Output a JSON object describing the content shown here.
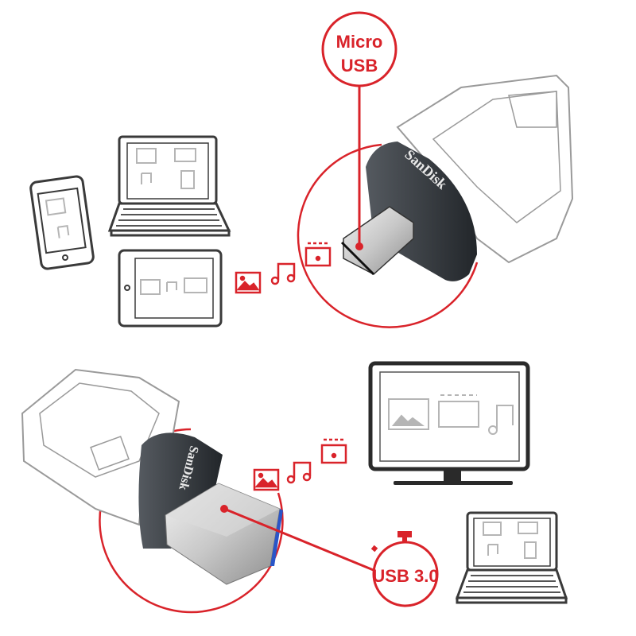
{
  "labels": {
    "micro_usb_line1": "Micro",
    "micro_usb_line2": "USB",
    "usb3": "USB 3.0"
  },
  "brand": {
    "logo_text": "SanDisk"
  },
  "colors": {
    "accent_red": "#d9232a",
    "device_outline": "#3a3a3a",
    "screen_icon_gray": "#b5b5b5",
    "cap_dark": "#2f3338",
    "usb3_blue": "#2a55c8"
  },
  "icons": [
    "image-icon",
    "music-note-icon",
    "video-clapper-icon",
    "smartphone-icon",
    "laptop-icon",
    "tablet-icon",
    "monitor-icon",
    "stopwatch-icon"
  ]
}
